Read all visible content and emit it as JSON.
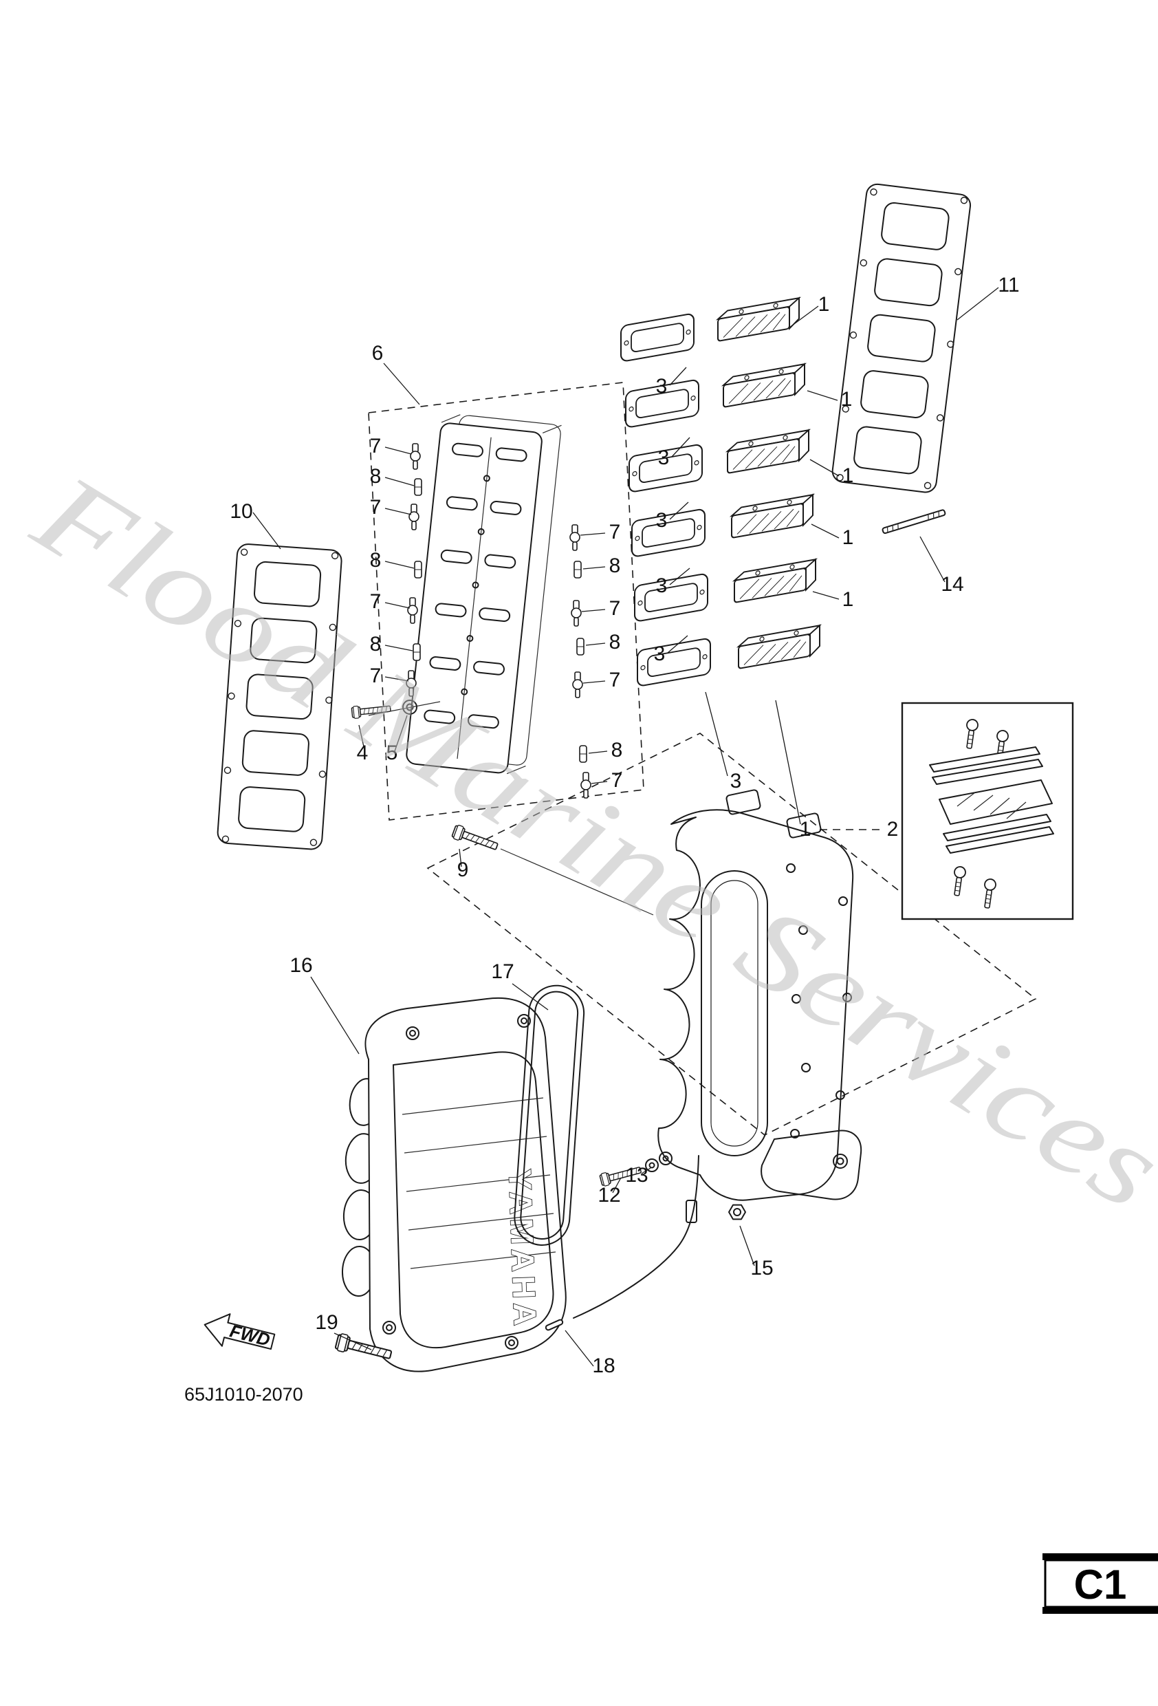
{
  "diagram": {
    "watermark": "Flood Marine Services",
    "part_code": "65J1010-2070",
    "fwd_label": "FWD",
    "page_label": "C1",
    "brand_label": "YAMAHA"
  },
  "callouts": [
    {
      "text": "6"
    },
    {
      "text": "1"
    },
    {
      "text": "11"
    },
    {
      "text": "3"
    },
    {
      "text": "1"
    },
    {
      "text": "3"
    },
    {
      "text": "1"
    },
    {
      "text": "10"
    },
    {
      "text": "3"
    },
    {
      "text": "1"
    },
    {
      "text": "7"
    },
    {
      "text": "8"
    },
    {
      "text": "7"
    },
    {
      "text": "8"
    },
    {
      "text": "7"
    },
    {
      "text": "8"
    },
    {
      "text": "7"
    },
    {
      "text": "7"
    },
    {
      "text": "8"
    },
    {
      "text": "7"
    },
    {
      "text": "8"
    },
    {
      "text": "7"
    },
    {
      "text": "8"
    },
    {
      "text": "7"
    },
    {
      "text": "14"
    },
    {
      "text": "3"
    },
    {
      "text": "1"
    },
    {
      "text": "3"
    },
    {
      "text": "4"
    },
    {
      "text": "5"
    },
    {
      "text": "3"
    },
    {
      "text": "1"
    },
    {
      "text": "2"
    },
    {
      "text": "9"
    },
    {
      "text": "16"
    },
    {
      "text": "17"
    },
    {
      "text": "12"
    },
    {
      "text": "13"
    },
    {
      "text": "15"
    },
    {
      "text": "18"
    },
    {
      "text": "19"
    }
  ]
}
